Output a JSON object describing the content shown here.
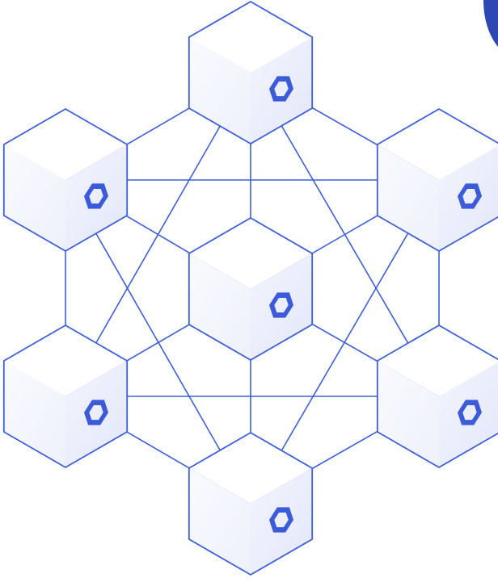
{
  "colors": {
    "background": "#ffffff",
    "stroke": "#3d5fd6",
    "logo": "#3b5bdb",
    "cube_top": "#ffffff",
    "cube_left": "#f5f6fd",
    "cube_right": "#eceefb",
    "corner_shape": "#2d47b5"
  },
  "nodes": [
    {
      "id": "top",
      "icon": "chainlink-hexagon-icon"
    },
    {
      "id": "upper-left",
      "icon": "chainlink-hexagon-icon"
    },
    {
      "id": "upper-right",
      "icon": "chainlink-hexagon-icon"
    },
    {
      "id": "center",
      "icon": "chainlink-hexagon-icon"
    },
    {
      "id": "lower-left",
      "icon": "chainlink-hexagon-icon"
    },
    {
      "id": "lower-right",
      "icon": "chainlink-hexagon-icon"
    },
    {
      "id": "bottom",
      "icon": "chainlink-hexagon-icon"
    }
  ],
  "edges": [
    [
      "top",
      "upper-left"
    ],
    [
      "top",
      "upper-right"
    ],
    [
      "upper-left",
      "lower-left"
    ],
    [
      "upper-right",
      "lower-right"
    ],
    [
      "lower-left",
      "bottom"
    ],
    [
      "lower-right",
      "bottom"
    ],
    [
      "upper-left",
      "upper-right"
    ],
    [
      "lower-left",
      "lower-right"
    ],
    [
      "top",
      "center"
    ],
    [
      "center",
      "bottom"
    ],
    [
      "upper-left",
      "center"
    ],
    [
      "center",
      "lower-right"
    ],
    [
      "upper-right",
      "center"
    ],
    [
      "center",
      "lower-left"
    ],
    [
      "top",
      "lower-left"
    ],
    [
      "top",
      "lower-right"
    ],
    [
      "upper-left",
      "bottom"
    ],
    [
      "upper-right",
      "bottom"
    ]
  ]
}
